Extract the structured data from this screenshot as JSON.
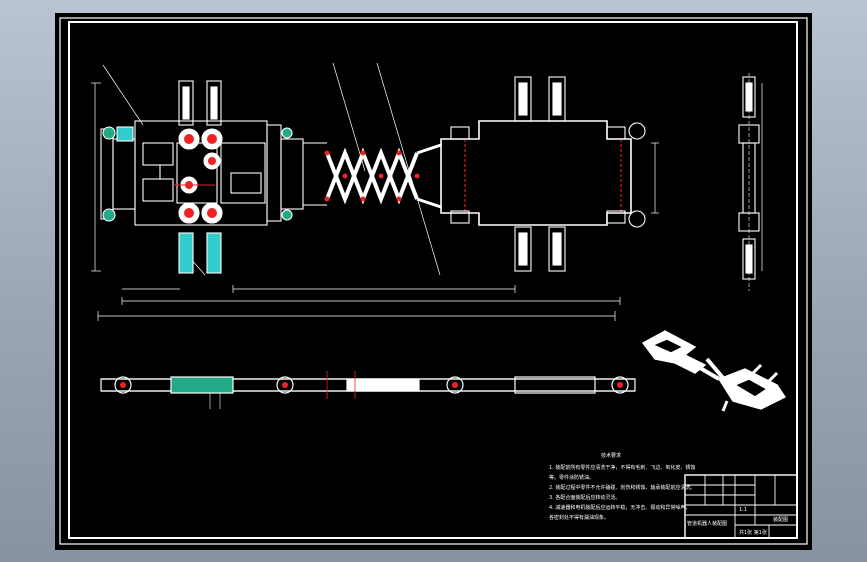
{
  "drawing": {
    "tech_requirements_title": "技术要求",
    "tech_requirements_lines": [
      "1. 装配前所有零件应清洗干净，不得有毛刺、飞边、氧化皮、锈蚀",
      "   等。零件涂防锈油。",
      "2. 装配过程中零件不允许磕碰、划伤和锈蚀，轴承装配前应清洗。",
      "3. 各配合面装配后应转动灵活。",
      "4. 减速器和电机装配后应运转平稳，无冲击、振动和异常噪声，",
      "   各密封处不得有漏油现象。"
    ],
    "title_block": {
      "drawing_name": "管道机器人装配图",
      "scale": "1:1",
      "sheet": "共1张 第1张",
      "material": "装配图"
    }
  }
}
